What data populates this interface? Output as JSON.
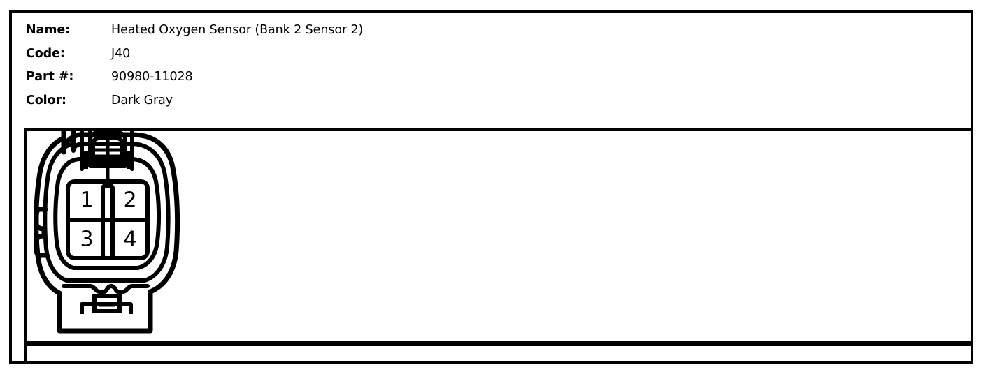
{
  "document": {
    "title": "Heated Oxygen Sensor (Bank 2 Sensor 2) connector detail"
  },
  "info": {
    "rows": [
      {
        "label": "Name:",
        "value": "Heated Oxygen Sensor (Bank 2 Sensor 2)"
      },
      {
        "label": "Code:",
        "value": "J40"
      },
      {
        "label": "Part #:",
        "value": "90980-11028"
      },
      {
        "label": "Color:",
        "value": "Dark Gray"
      }
    ]
  },
  "connector": {
    "name": "connector-face-view",
    "cavity_count": 4,
    "pins": [
      {
        "number": "1",
        "position": "top-left"
      },
      {
        "number": "2",
        "position": "top-right"
      },
      {
        "number": "3",
        "position": "bottom-left"
      },
      {
        "number": "4",
        "position": "bottom-right"
      }
    ],
    "features": {
      "latch": "top-lock-tab",
      "keyway": "center-vertical-rib",
      "serrations": "left-side-grip-ribs",
      "bottom_tab": "lower-retention-tab"
    }
  },
  "footer": {
    "text": ""
  },
  "colors": {
    "line": "#000000",
    "background": "#ffffff"
  }
}
